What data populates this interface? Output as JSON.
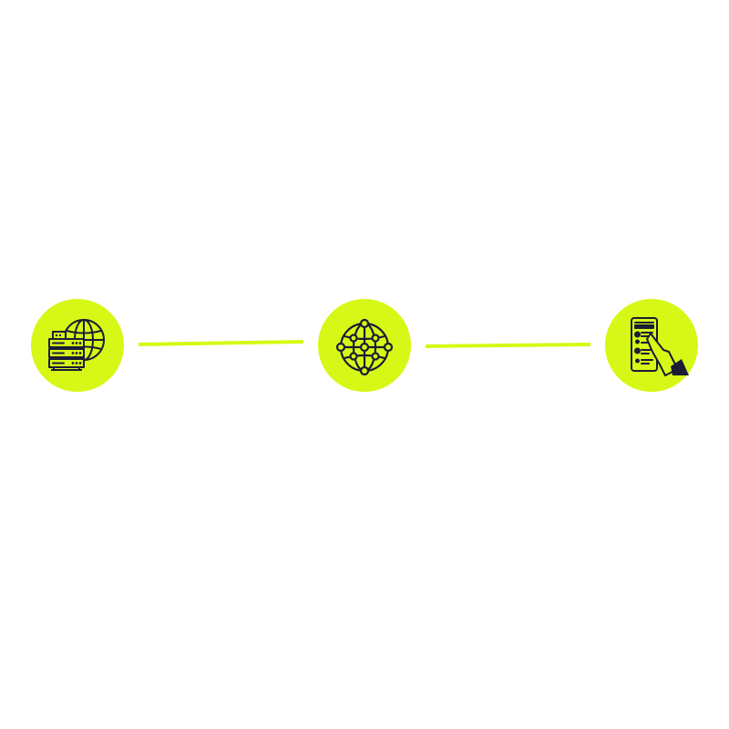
{
  "theme": {
    "background": "#ffffff",
    "accent": "#d7f816",
    "icon_stroke": "#1b1d36"
  },
  "diagram": {
    "type": "horizontal-flow",
    "nodes": [
      {
        "id": "server",
        "icon": "server-globe-icon"
      },
      {
        "id": "network",
        "icon": "network-globe-icon"
      },
      {
        "id": "mobile",
        "icon": "mobile-tap-icon"
      }
    ],
    "connectors": [
      {
        "from": "server",
        "to": "network"
      },
      {
        "from": "network",
        "to": "mobile"
      }
    ]
  }
}
